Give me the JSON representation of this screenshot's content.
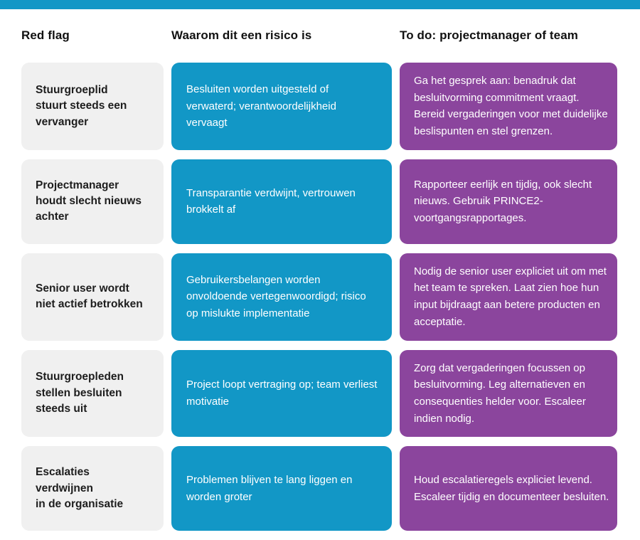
{
  "colors": {
    "accent-teal": "#1297c6",
    "accent-purple": "#8b459d",
    "cell-gray": "#f0f0f0",
    "text-dark": "#1d1d1d",
    "text-light": "#ffffff",
    "page-bg": "#ffffff"
  },
  "table": {
    "headers": [
      {
        "label": "Red flag"
      },
      {
        "label": "Waarom dit een risico is"
      },
      {
        "label": "To do: projectmanager of team"
      }
    ],
    "rows": [
      {
        "red_flag": "Stuurgroeplid\nstuurt steeds een\nvervanger",
        "why_risk": "Besluiten worden uitgesteld of verwaterd; verantwoordelijkheid vervaagt",
        "to_do": "Ga het gesprek aan: benadruk dat besluitvorming commitment vraagt. Bereid vergaderingen voor met duidelijke beslispunten en stel grenzen."
      },
      {
        "red_flag": "Projectmanager\nhoudt slecht nieuws\nachter",
        "why_risk": "Transparantie verdwijnt, vertrouwen brokkelt af",
        "to_do": "Rapporteer eerlijk en tijdig, ook slecht nieuws. Gebruik PRINCE2-voortgangsrapportages."
      },
      {
        "red_flag": "Senior user wordt\nniet actief betrokken",
        "why_risk": "Gebruikersbelangen worden onvoldoende vertegenwoordigd; risico op mislukte implementatie",
        "to_do": "Nodig de senior user expliciet uit om met het team te spreken. Laat zien hoe hun input bijdraagt aan betere producten en acceptatie."
      },
      {
        "red_flag": "Stuurgroepleden\nstellen besluiten\nsteeds uit",
        "why_risk": "Project loopt vertraging op; team verliest motivatie",
        "to_do": "Zorg dat vergaderingen focussen op besluitvorming. Leg alternatieven en consequenties helder voor. Escaleer indien nodig."
      },
      {
        "red_flag": "Escalaties\nverdwijnen\nin de organisatie",
        "why_risk": "Problemen blijven te lang liggen en worden groter",
        "to_do": "Houd escalatieregels expliciet levend. Escaleer tijdig en documenteer besluiten."
      }
    ]
  }
}
